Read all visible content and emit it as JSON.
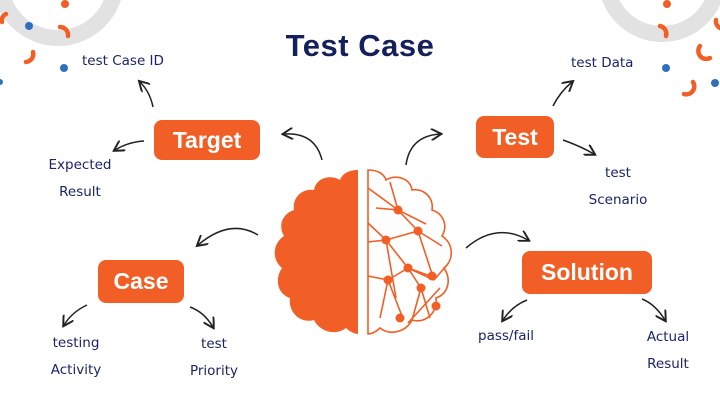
{
  "title": "Test Case",
  "colors": {
    "accent": "#f25f26",
    "title": "#14205c",
    "label": "#1b2468",
    "ring": "#e2e2e2",
    "dot": "#2f6fc0"
  },
  "nodes": {
    "target": {
      "label": "Target",
      "children": [
        "Test Case ID",
        "Expected Result"
      ]
    },
    "test": {
      "label": "Test",
      "children": [
        "Test Data",
        "Test Scenario"
      ]
    },
    "case": {
      "label": "Case",
      "children": [
        "Testing Activity",
        "Test Priority"
      ]
    },
    "solution": {
      "label": "Solution",
      "children": [
        "pass/fail",
        "Actual Result"
      ]
    }
  },
  "labels": {
    "test_case_id": "test Case ID",
    "expected_l1": "Expected",
    "expected_l2": "Result",
    "test_data": "test Data",
    "scenario_l1": "test",
    "scenario_l2": "Scenario",
    "activity_l1": "testing",
    "activity_l2": "Activity",
    "priority_l1": "test",
    "priority_l2": "Priority",
    "pass_fail": "pass/fail",
    "actual_l1": "Actual",
    "actual_l2": "Result"
  },
  "center_icon": "brain-icon"
}
